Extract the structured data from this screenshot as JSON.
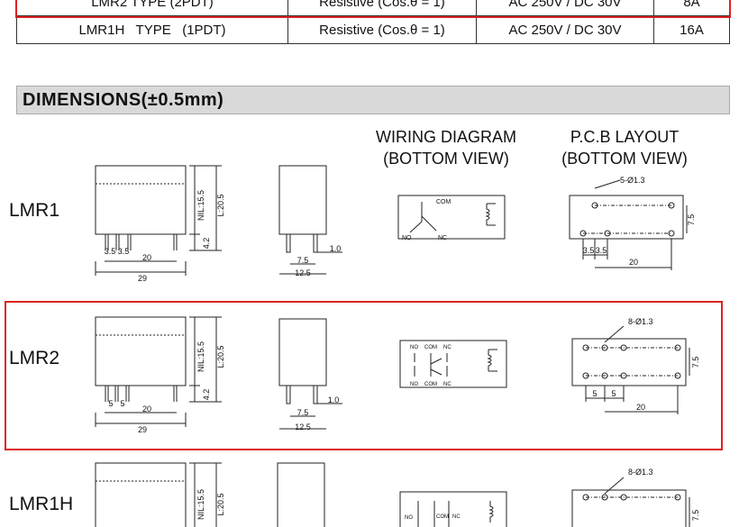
{
  "table": {
    "rows": [
      {
        "type": "LMR2     TYPE   (2PDT)",
        "load": "Resistive (Cos.θ = 1)",
        "voltage": "AC 250V / DC 30V",
        "current": "8A"
      },
      {
        "type": "LMR1H   TYPE   (1PDT)",
        "load": "Resistive (Cos.θ = 1)",
        "voltage": "AC 250V / DC 30V",
        "current": "16A"
      }
    ]
  },
  "section_title": "DIMENSIONS(±0.5mm)",
  "headers": {
    "wiring_line1": "WIRING DIAGRAM",
    "wiring_line2": "(BOTTOM VIEW)",
    "pcb_line1": "P.C.B LAYOUT",
    "pcb_line2": "(BOTTOM VIEW)"
  },
  "models": [
    {
      "name": "LMR1",
      "dims": {
        "nil": "NIL:15.5",
        "l": "L:20.5",
        "pin_h": "4.2",
        "p1": "3.5",
        "p2": "3.5",
        "span": "20",
        "width": "29",
        "side_pin": "7.5",
        "side_w": "12.5",
        "pin_t": "1.0"
      },
      "wiring": {
        "com": "COM",
        "no": "NO",
        "nc": "NC"
      },
      "pcb": {
        "holes": "5-Ø1.3",
        "h": "7.5",
        "p1": "3.5",
        "p2": "3.5",
        "span": "20"
      }
    },
    {
      "name": "LMR2",
      "dims": {
        "nil": "NIL:15.5",
        "l": "L:20.5",
        "pin_h": "4.2",
        "p1": "5",
        "p2": "5",
        "span": "20",
        "width": "29",
        "side_pin": "7.5",
        "side_w": "12.5",
        "pin_t": "1.0"
      },
      "wiring": {
        "no": "NO",
        "com": "COM",
        "nc": "NC"
      },
      "pcb": {
        "holes": "8-Ø1.3",
        "h": "7.5",
        "p1": "5",
        "p2": "5",
        "span": "20"
      }
    },
    {
      "name": "LMR1H",
      "dims": {
        "nil": "NIL:15.5",
        "l": "L:20.5"
      },
      "wiring": {
        "no": "NO",
        "com": "COM",
        "nc": "NC"
      },
      "pcb": {
        "holes": "8-Ø1.3",
        "h": "7.5"
      }
    }
  ]
}
